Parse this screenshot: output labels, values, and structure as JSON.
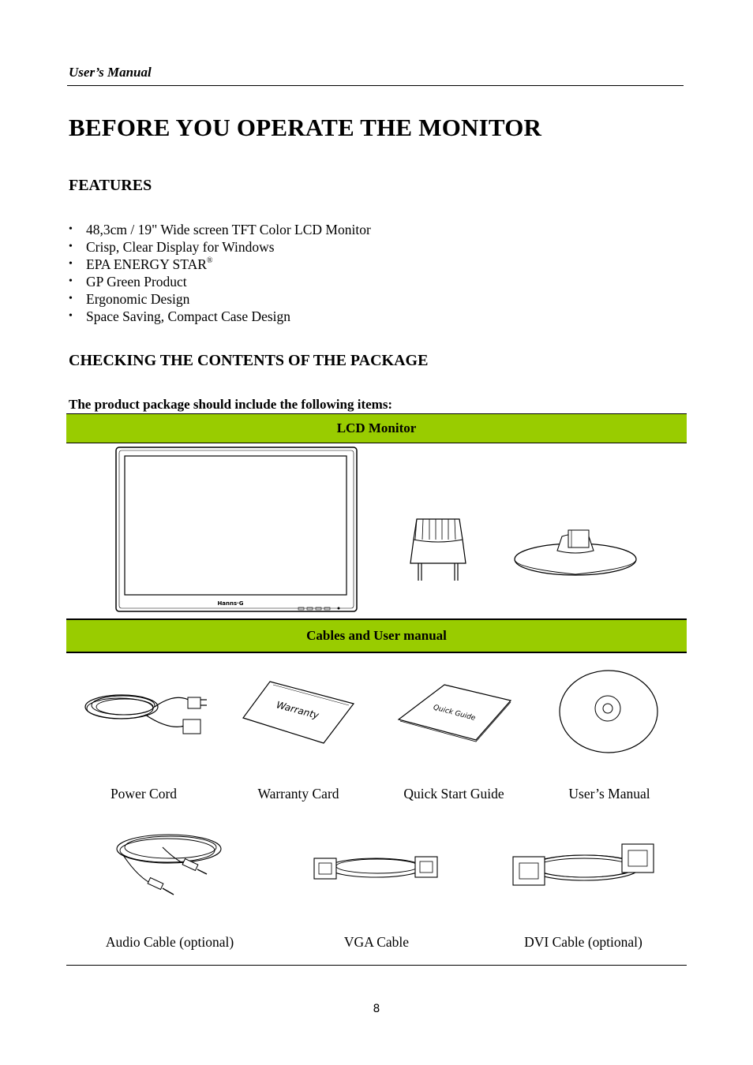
{
  "header": {
    "label": "User’s Manual"
  },
  "title": "BEFORE YOU OPERATE THE MONITOR",
  "features": {
    "heading": "FEATURES",
    "items": [
      "48,3cm / 19\" Wide screen TFT Color LCD Monitor",
      "Crisp, Clear Display for Windows",
      "EPA ENERGY STAR",
      "GP Green Product",
      "Ergonomic Design",
      "Space Saving, Compact Case Design"
    ],
    "energy_star_mark": "®"
  },
  "package": {
    "heading": "CHECKING THE CONTENTS OF THE PACKAGE",
    "intro": "The product package should include the following items:",
    "section1": "LCD Monitor",
    "monitor_brand": "Hanns·G",
    "section2": "Cables and User manual",
    "row1": [
      "Power Cord",
      "Warranty Card",
      "Quick Start Guide",
      "User’s Manual"
    ],
    "warranty_text": "Warranty",
    "quickguide_text": "Quick Guide",
    "row2": [
      "Audio Cable (optional)",
      "VGA Cable",
      "DVI Cable (optional)"
    ]
  },
  "page_number": "8"
}
